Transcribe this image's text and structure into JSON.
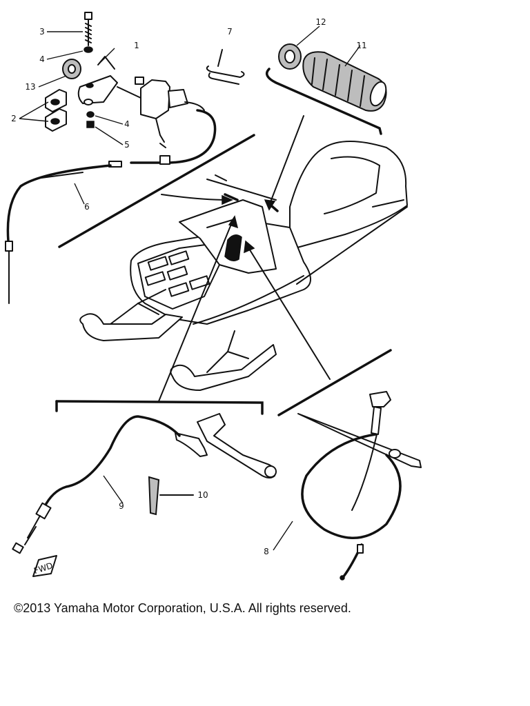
{
  "diagram": {
    "callouts": [
      {
        "id": "1",
        "text": "1"
      },
      {
        "id": "2",
        "text": "2"
      },
      {
        "id": "3",
        "text": "3"
      },
      {
        "id": "4a",
        "text": "4"
      },
      {
        "id": "4b",
        "text": "4"
      },
      {
        "id": "5",
        "text": "5"
      },
      {
        "id": "6",
        "text": "6"
      },
      {
        "id": "7",
        "text": "7"
      },
      {
        "id": "8",
        "text": "8"
      },
      {
        "id": "9",
        "text": "9"
      },
      {
        "id": "10",
        "text": "10"
      },
      {
        "id": "11",
        "text": "11"
      },
      {
        "id": "12",
        "text": "12"
      },
      {
        "id": "13",
        "text": "13"
      }
    ],
    "fwd_marker": "FWD"
  },
  "footer": {
    "copyright": "©2013 Yamaha Motor Corporation, U.S.A. All rights reserved."
  }
}
